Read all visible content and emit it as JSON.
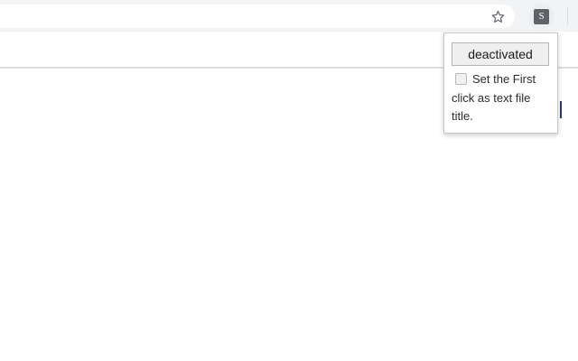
{
  "browser": {
    "toolbar": {
      "omnibox": {
        "value": "",
        "placeholder": ""
      },
      "bookmark_icon": "star-icon",
      "profile": {
        "icon": "extension-icon",
        "badge_letter": "S"
      },
      "separator": ""
    },
    "colors": {
      "toolbar_background": "#f1f3f4",
      "omnibox_background": "#ffffff",
      "avatar_background": "#eceff0",
      "extension_badge_background": "#5f6368",
      "separator": "#dadce0"
    }
  },
  "page": {
    "divider_color": "#dddddd",
    "accent_color": "#1f3a73",
    "background": "#ffffff"
  },
  "popup": {
    "toggle_button_label": "deactivated",
    "checkbox_checked": false,
    "option_label": "Set the First click as text file title.",
    "colors": {
      "background": "#ffffff",
      "border": "#c8c8c8",
      "button_background": "#efefef",
      "button_border": "#b4b4b4",
      "text": "#2b2b2b"
    }
  }
}
